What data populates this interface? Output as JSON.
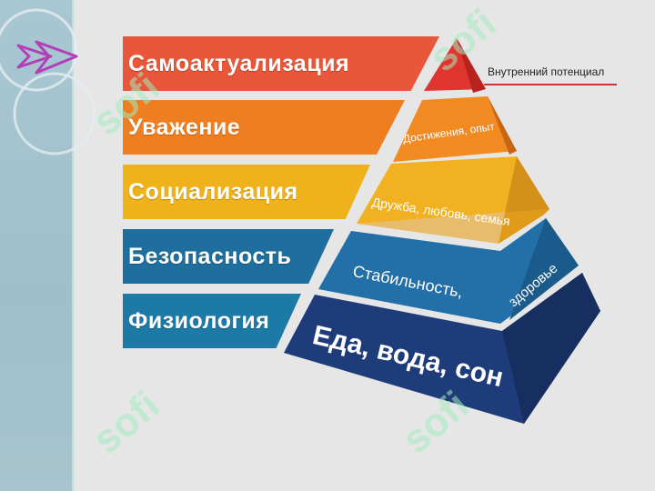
{
  "colors": {
    "self_actualization": "#e8573a",
    "esteem": "#ef7e21",
    "social": "#f0b21b",
    "safety": "#1f6f9e",
    "physiology": "#1d7aa6",
    "top_tier": "#e0352f",
    "esteem_tier": "#f08a21",
    "social_tier": "#f2b120",
    "safety_tier": "#236fa7",
    "base_tier": "#1f3c7a",
    "potential_underline": "#cc3333"
  },
  "levels": [
    {
      "label": "Самоактуализация"
    },
    {
      "label": "Уважение"
    },
    {
      "label": "Социализация"
    },
    {
      "label": "Безопасность"
    },
    {
      "label": "Физиология"
    }
  ],
  "pyramid": {
    "top_label": "Внутренний потенциал",
    "esteem_text": "Достижения, опыт",
    "social_text": "Дружба, любовь, семья",
    "safety_text_1": "Стабильность,",
    "safety_text_2": "здоровье",
    "base_text": "Еда, вода, сон"
  },
  "watermark": "sofi",
  "icons": {
    "arrow": "double-chevron-arrow-icon"
  }
}
